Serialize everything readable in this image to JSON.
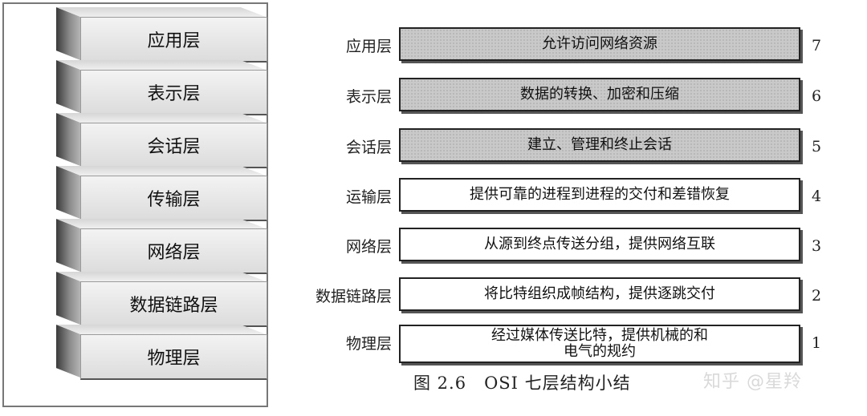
{
  "stack_layers": [
    "应用层",
    "表示层",
    "会话层",
    "传输层",
    "网络层",
    "数据链路层",
    "物理层"
  ],
  "table_rows": [
    {
      "name": "应用层",
      "desc": "允许访问网络资源",
      "num": "7",
      "shaded": true
    },
    {
      "name": "表示层",
      "desc": "数据的转换、加密和压缩",
      "num": "6",
      "shaded": true
    },
    {
      "name": "会话层",
      "desc": "建立、管理和终止会话",
      "num": "5",
      "shaded": true
    },
    {
      "name": "运输层",
      "desc": "提供可靠的进程到进程的交付和差错恢复",
      "num": "4",
      "shaded": false
    },
    {
      "name": "网络层",
      "desc": "从源到终点传送分组，提供网络互联",
      "num": "3",
      "shaded": false
    },
    {
      "name": "数据链路层",
      "desc": "将比特组织成帧结构，提供逐跳交付",
      "num": "2",
      "shaded": false
    },
    {
      "name": "物理层",
      "desc": "经过媒体传送比特，提供机械的和\n电气的规约",
      "num": "1",
      "shaded": false
    }
  ],
  "caption": "图 2.6　OSI 七层结构小结",
  "watermark": "知乎 @星羚",
  "colors": {
    "shaded_box": "#c9c9c9",
    "border": "#222222"
  }
}
